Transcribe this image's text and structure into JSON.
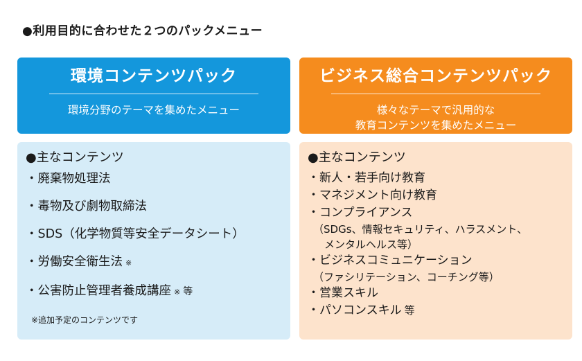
{
  "title": "●利用目的に合わせた２つのパックメニュー",
  "left": {
    "header_title": "環境コンテンツパック",
    "header_desc": "環境分野のテーマを集めたメニュー",
    "heading": "●主なコンテンツ",
    "items": [
      "・廃棄物処理法",
      "・毒物及び劇物取締法",
      "・SDS（化学物質等安全データシート）",
      "・労働安全衛生法",
      "・公害防止管理者養成講座"
    ],
    "mark": "※",
    "etc": "等",
    "note": "※追加予定のコンテンツです",
    "colors": {
      "header": "#1497dc",
      "content": "#d6ecf8"
    }
  },
  "right": {
    "header_title": "ビジネス総合コンテンツパック",
    "header_desc_1": "様々なテーマで汎用的な",
    "header_desc_2": "教育コンテンツを集めたメニュー",
    "heading": "●主なコンテンツ",
    "items": [
      "・新人・若手向け教育",
      "・マネジメント向け教育",
      "・コンプライアンス",
      "（SDGs、情報セキュリティ、ハラスメント、",
      "メンタルヘルス等）",
      "・ビジネスコミュニケーション",
      "（ファシリテーション、コーチング等）",
      "・営業スキル",
      "・パソコンスキル"
    ],
    "etc": "等",
    "colors": {
      "header": "#f58c1e",
      "content": "#fde3cc"
    }
  }
}
